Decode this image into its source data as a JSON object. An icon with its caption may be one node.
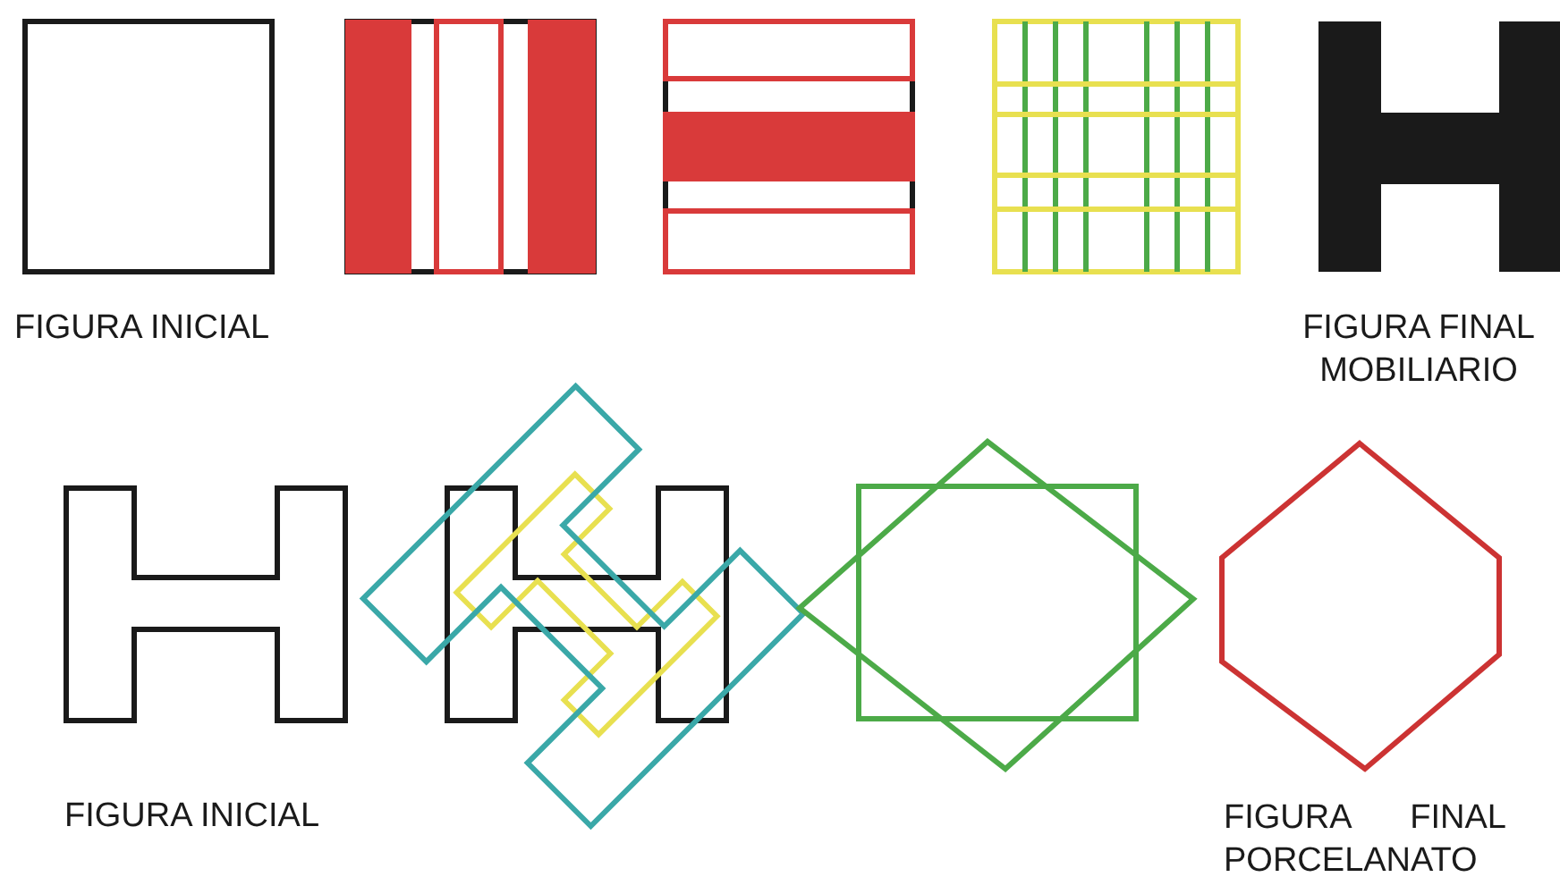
{
  "diagram": {
    "labels": [
      "FIGURA INICIAL",
      "FIGURA FINAL MOBILIARIO",
      "FIGURA INICIAL",
      "FIGURA FINAL PORCELANATO"
    ]
  }
}
